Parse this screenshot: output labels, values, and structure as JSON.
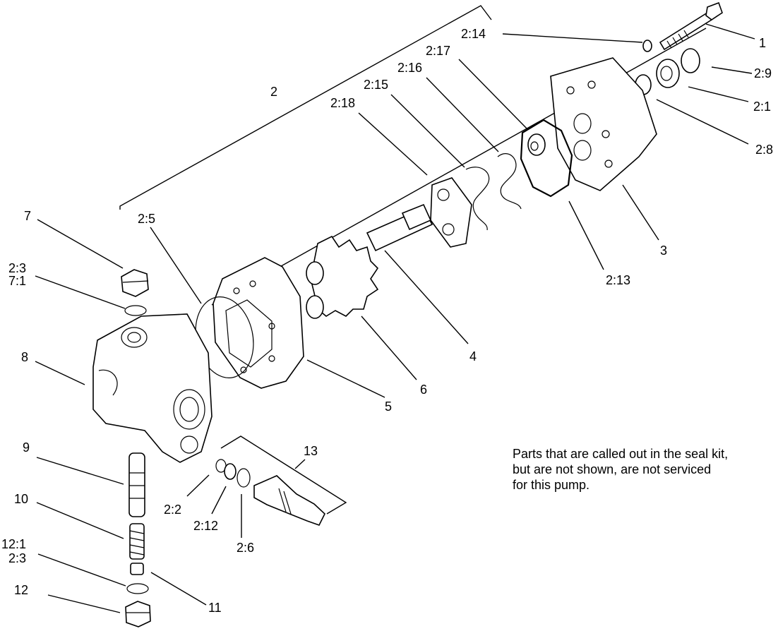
{
  "callouts": {
    "c1": "1",
    "c2": "2",
    "c2_1": "2:1",
    "c2_2": "2:2",
    "c2_3a": "2:3",
    "c2_3b": "2:3",
    "c2_5": "2:5",
    "c2_6": "2:6",
    "c2_8": "2:8",
    "c2_9": "2:9",
    "c2_12": "2:12",
    "c2_13": "2:13",
    "c2_14": "2:14",
    "c2_15": "2:15",
    "c2_16": "2:16",
    "c2_17": "2:17",
    "c2_18": "2:18",
    "c3": "3",
    "c4": "4",
    "c5": "5",
    "c6": "6",
    "c7": "7",
    "c7_1": "7:1",
    "c8": "8",
    "c9": "9",
    "c10": "10",
    "c11": "11",
    "c12": "12",
    "c12_1": "12:1",
    "c13": "13"
  },
  "note": {
    "line1": "Parts that are called out in the seal kit,",
    "line2": "but are not shown, are not serviced",
    "line3": "for this pump."
  }
}
